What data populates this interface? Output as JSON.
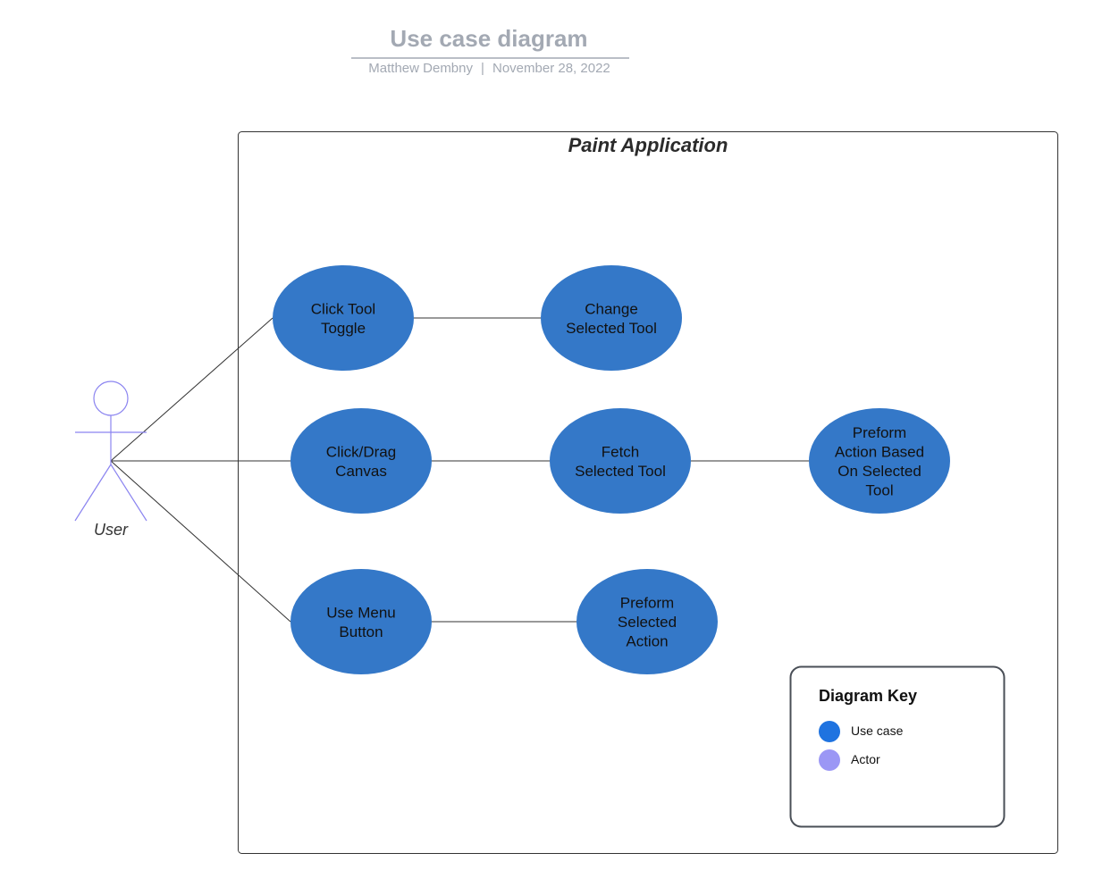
{
  "header": {
    "title": "Use case diagram",
    "author": "Matthew Dembny",
    "separator": "|",
    "date": "November 28, 2022"
  },
  "colors": {
    "use_case": "#3478c8",
    "actor": "#8b84f0",
    "line": "#333333",
    "key_use_case": "#1f73e0",
    "key_actor": "#9b97f5"
  },
  "system": {
    "title": "Paint Application"
  },
  "actor": {
    "label": "User"
  },
  "use_cases": [
    {
      "id": "click-tool-toggle",
      "lines": [
        "Click Tool",
        "Toggle"
      ]
    },
    {
      "id": "change-selected-tool",
      "lines": [
        "Change",
        "Selected Tool"
      ]
    },
    {
      "id": "click-drag-canvas",
      "lines": [
        "Click/Drag",
        "Canvas"
      ]
    },
    {
      "id": "fetch-selected-tool",
      "lines": [
        "Fetch",
        "Selected Tool"
      ]
    },
    {
      "id": "preform-action-based",
      "lines": [
        "Preform",
        "Action Based",
        "On Selected",
        "Tool"
      ]
    },
    {
      "id": "use-menu-button",
      "lines": [
        "Use Menu",
        "Button"
      ]
    },
    {
      "id": "preform-selected-action",
      "lines": [
        "Preform",
        "Selected",
        "Action"
      ]
    }
  ],
  "key": {
    "title": "Diagram Key",
    "items": [
      {
        "label": "Use case"
      },
      {
        "label": "Actor"
      }
    ]
  }
}
